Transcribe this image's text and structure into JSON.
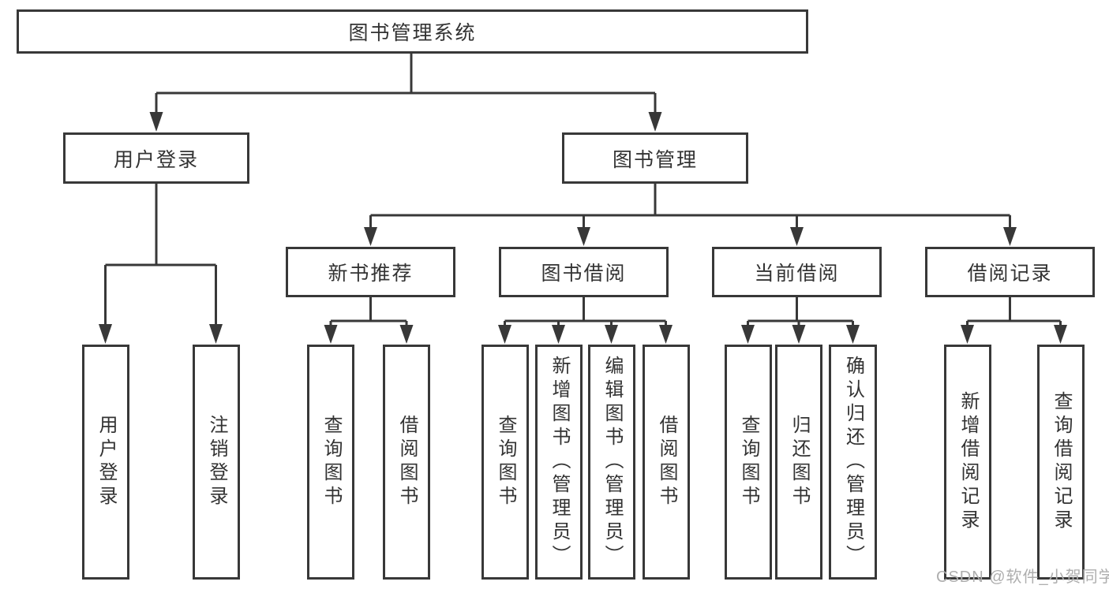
{
  "diagram": {
    "type": "hierarchy-flowchart",
    "nodes": {
      "root": {
        "label": "图书管理系统"
      },
      "user_login": {
        "label": "用户登录",
        "children": [
          {
            "label": "用户登录"
          },
          {
            "label": "注销登录"
          }
        ]
      },
      "book_management": {
        "label": "图书管理",
        "children": [
          {
            "label": "新书推荐",
            "children": [
              {
                "label": "查询图书"
              },
              {
                "label": "借阅图书"
              }
            ]
          },
          {
            "label": "图书借阅",
            "children": [
              {
                "label": "查询图书"
              },
              {
                "label": "新增图书（管理员）"
              },
              {
                "label": "编辑图书（管理员）"
              },
              {
                "label": "借阅图书"
              }
            ]
          },
          {
            "label": "当前借阅",
            "children": [
              {
                "label": "查询图书"
              },
              {
                "label": "归还图书"
              },
              {
                "label": "确认归还（管理员）"
              }
            ]
          },
          {
            "label": "借阅记录",
            "children": [
              {
                "label": "新增借阅记录"
              },
              {
                "label": "查询借阅记录"
              }
            ]
          }
        ]
      }
    },
    "watermark": {
      "text": "CSDN @软件_小贺同学"
    },
    "colors": {
      "line": "#383838",
      "box_border": "#383838",
      "text": "#333333",
      "background": "#ffffff",
      "watermark": "#aeaeae"
    }
  }
}
